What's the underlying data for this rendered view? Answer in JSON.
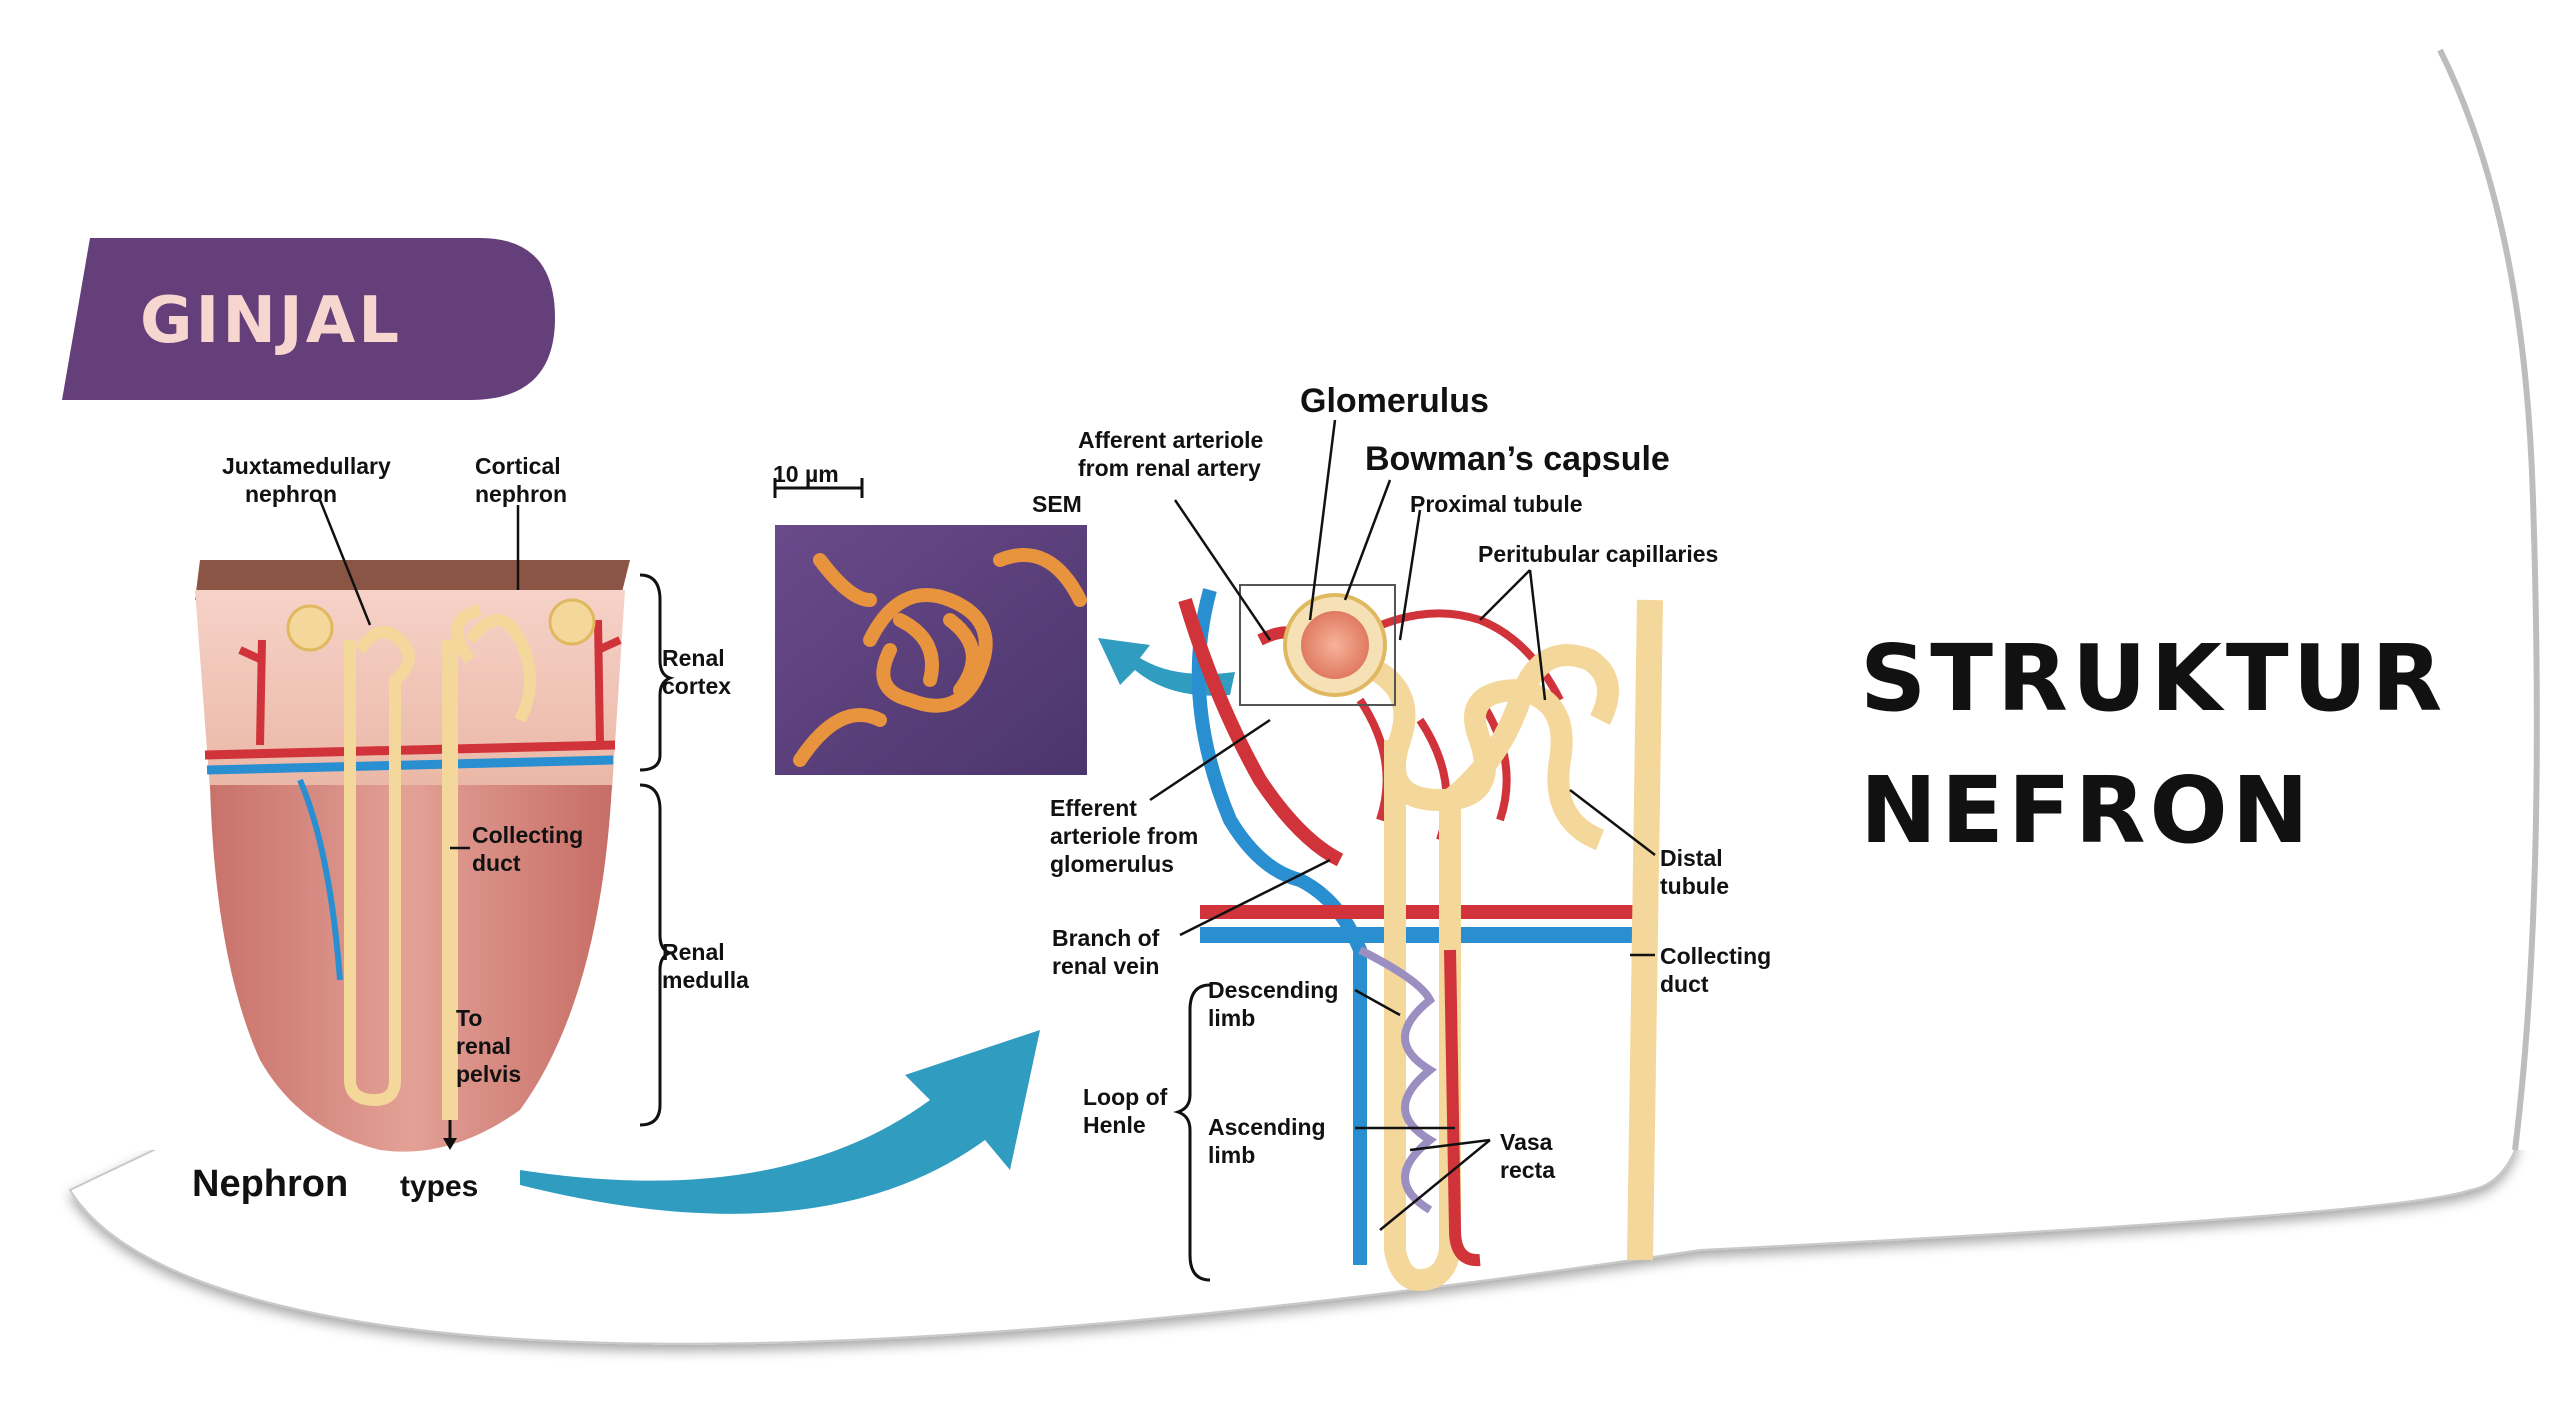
{
  "header": {
    "tag": "GINJAL",
    "title_line1": "STRUKTUR",
    "title_line2": "NEFRON"
  },
  "colors": {
    "tag_bg": "#653f7a",
    "tag_text": "#f7d6cf",
    "arrow": "#2f9cc0",
    "artery": "#d0333a",
    "vein": "#2a8fd0",
    "tubule": "#f4d79a"
  },
  "left_figure": {
    "juxtamedullary_1": "Juxtamedullary",
    "juxtamedullary_2": "nephron",
    "cortical_1": "Cortical",
    "cortical_2": "nephron",
    "renal_cortex_1": "Renal",
    "renal_cortex_2": "cortex",
    "collecting_duct_1": "Collecting",
    "collecting_duct_2": "duct",
    "renal_medulla_1": "Renal",
    "renal_medulla_2": "medulla",
    "to_pelvis_1": "To",
    "to_pelvis_2": "renal",
    "to_pelvis_3": "pelvis",
    "caption_main": "Nephron",
    "caption_sub": "types"
  },
  "micrograph": {
    "scale": "10 µm",
    "tag": "SEM"
  },
  "right_figure": {
    "glomerulus": "Glomerulus",
    "bowmans_capsule": "Bowman’s capsule",
    "proximal_tubule": "Proximal tubule",
    "peritubular_capillaries": "Peritubular capillaries",
    "afferent_1": "Afferent arteriole",
    "afferent_2": "from renal artery",
    "efferent_1": "Efferent",
    "efferent_2": "arteriole from",
    "efferent_3": "glomerulus",
    "branch_vein_1": "Branch of",
    "branch_vein_2": "renal vein",
    "distal_1": "Distal",
    "distal_2": "tubule",
    "collecting_1": "Collecting",
    "collecting_2": "duct",
    "descending_1": "Descending",
    "descending_2": "limb",
    "loop_1": "Loop of",
    "loop_2": "Henle",
    "ascending_1": "Ascending",
    "ascending_2": "limb",
    "vasa_1": "Vasa",
    "vasa_2": "recta"
  }
}
